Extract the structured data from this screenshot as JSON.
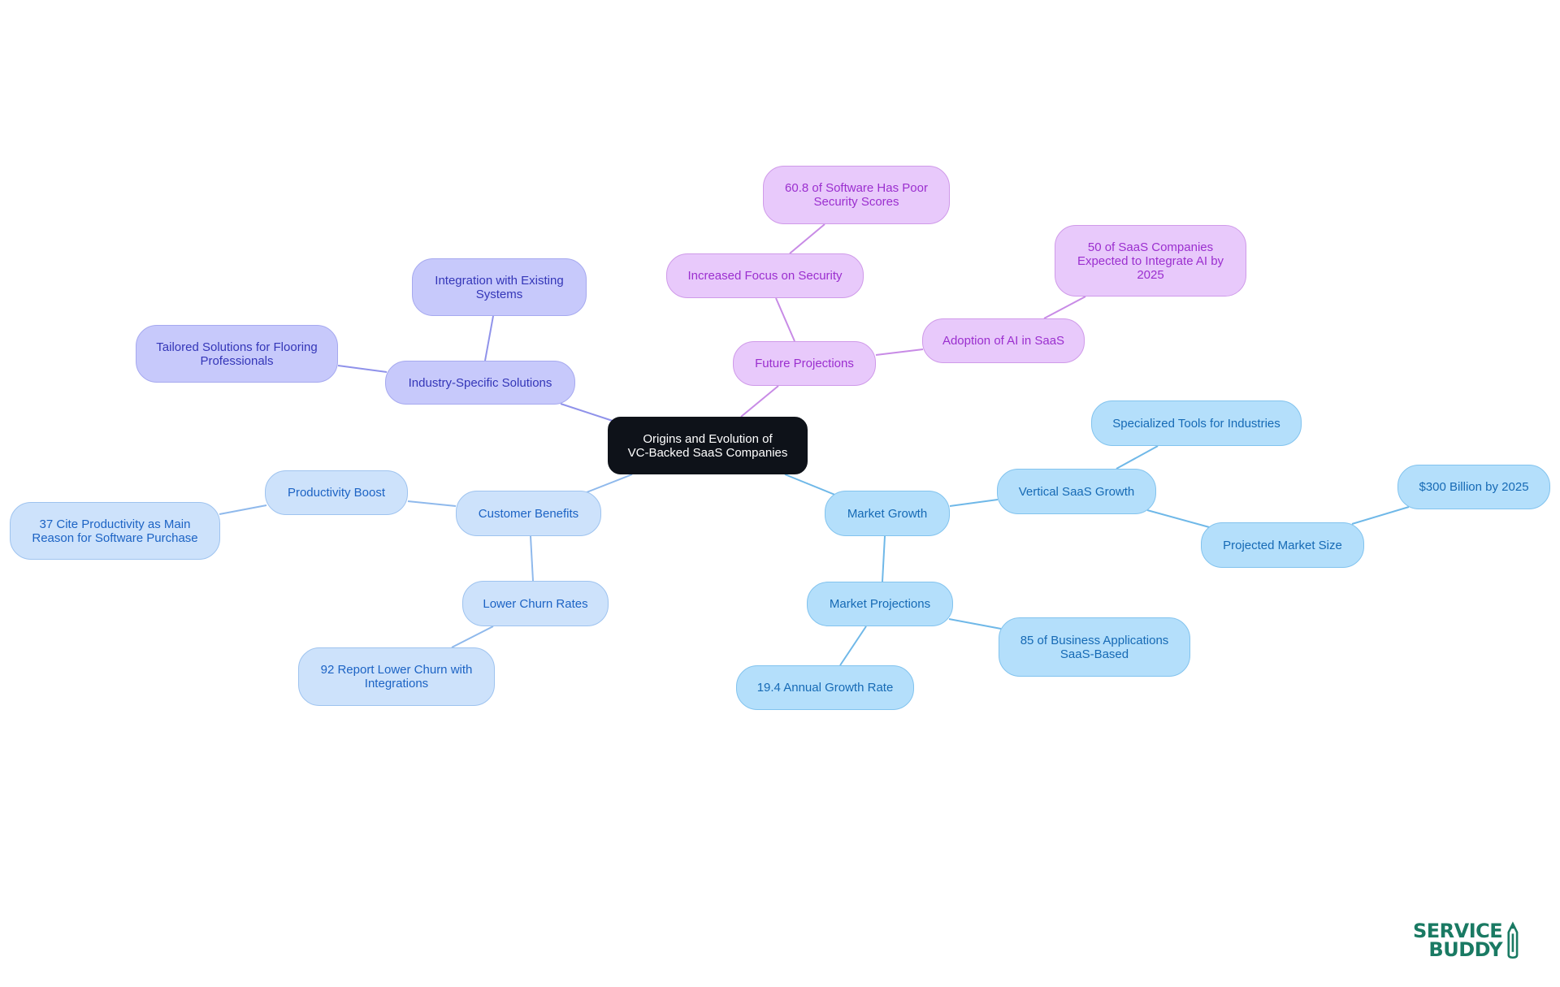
{
  "diagram": {
    "type": "mindmap",
    "root": {
      "id": "root",
      "label": "Origins and Evolution of VC-Backed SaaS Companies"
    },
    "nodes": {
      "root": {
        "label": "Origins and Evolution of\nVC-Backed SaaS Companies"
      },
      "industry": {
        "label": "Industry-Specific Solutions"
      },
      "integration": {
        "label": "Integration with Existing Systems"
      },
      "tailored": {
        "label": "Tailored Solutions for Flooring Professionals"
      },
      "future": {
        "label": "Future Projections"
      },
      "security": {
        "label": "Increased Focus on Security"
      },
      "poor_security": {
        "label": "60.8 of Software Has Poor Security Scores"
      },
      "ai": {
        "label": "Adoption of AI in SaaS"
      },
      "ai_50": {
        "label": "50 of SaaS Companies Expected to Integrate AI by 2025"
      },
      "customer": {
        "label": "Customer Benefits"
      },
      "productivity": {
        "label": "Productivity Boost"
      },
      "cite37": {
        "label": "37 Cite Productivity as Main Reason for Software Purchase"
      },
      "churn": {
        "label": "Lower Churn Rates"
      },
      "report92": {
        "label": "92 Report Lower Churn with Integrations"
      },
      "market_growth": {
        "label": "Market Growth"
      },
      "vertical": {
        "label": "Vertical SaaS Growth"
      },
      "specialized": {
        "label": "Specialized Tools for Industries"
      },
      "projected_size": {
        "label": "Projected Market Size"
      },
      "billion300": {
        "label": "$300 Billion by 2025"
      },
      "market_proj": {
        "label": "Market Projections"
      },
      "apps85": {
        "label": "85 of Business Applications SaaS-Based"
      },
      "growth194": {
        "label": "19.4 Annual Growth Rate"
      }
    },
    "edges": [
      [
        "root",
        "industry"
      ],
      [
        "industry",
        "integration"
      ],
      [
        "industry",
        "tailored"
      ],
      [
        "root",
        "future"
      ],
      [
        "future",
        "security"
      ],
      [
        "security",
        "poor_security"
      ],
      [
        "future",
        "ai"
      ],
      [
        "ai",
        "ai_50"
      ],
      [
        "root",
        "customer"
      ],
      [
        "customer",
        "productivity"
      ],
      [
        "productivity",
        "cite37"
      ],
      [
        "customer",
        "churn"
      ],
      [
        "churn",
        "report92"
      ],
      [
        "root",
        "market_growth"
      ],
      [
        "market_growth",
        "vertical"
      ],
      [
        "vertical",
        "specialized"
      ],
      [
        "vertical",
        "projected_size"
      ],
      [
        "projected_size",
        "billion300"
      ],
      [
        "market_growth",
        "market_proj"
      ],
      [
        "market_proj",
        "apps85"
      ],
      [
        "market_proj",
        "growth194"
      ]
    ]
  },
  "colors": {
    "root_fill": "#0e1219",
    "purple_fill": "#e8c9fb",
    "purple_text": "#9b2fcf",
    "purple_edge": "#c88be6",
    "indigo_fill": "#c7c9fb",
    "indigo_text": "#3436b8",
    "indigo_edge": "#8f92ea",
    "lightblue_fill": "#cde2fb",
    "lightblue_text": "#1c63c4",
    "lightblue_edge": "#8fb9ec",
    "skyblue_fill": "#b4dffb",
    "skyblue_text": "#166ab5",
    "skyblue_edge": "#6fb8e8",
    "logo": "#1a7a63"
  },
  "logo": {
    "line1": "SERVICE",
    "line2": "BUDDY",
    "icon": "pencil-icon"
  }
}
